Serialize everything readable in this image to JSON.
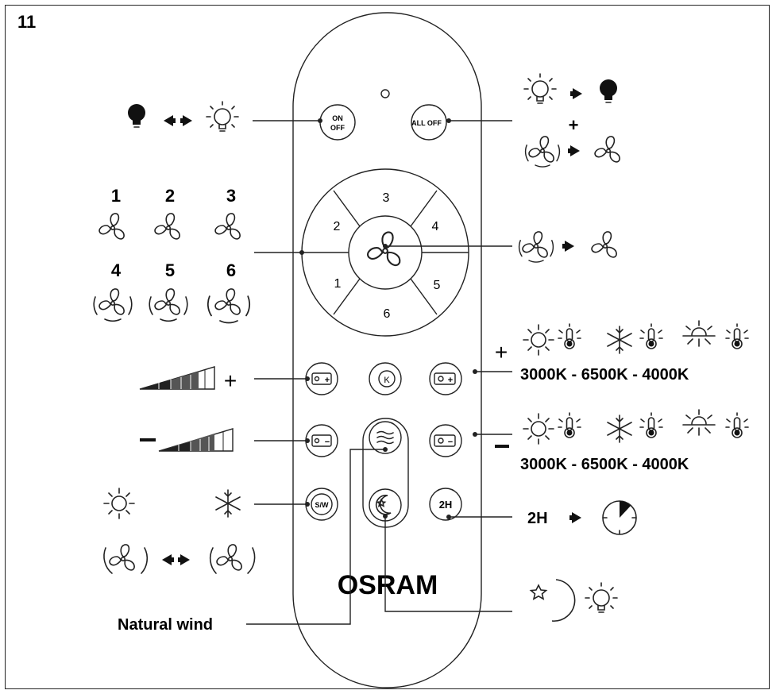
{
  "figure": {
    "number": "11"
  },
  "remote": {
    "brand": "OSRAM",
    "buttons": {
      "power": "ON OFF",
      "all_off": "ALL OFF",
      "speed_sectors": [
        "3",
        "4",
        "5",
        "6",
        "1",
        "2"
      ],
      "brightness_up": "+",
      "brightness_down": "−",
      "colortemp_mode": "K",
      "colortemp_up": "+",
      "colortemp_down": "−",
      "summer_winter": "S/W",
      "timer": "2H"
    }
  },
  "annotations": {
    "fan_speeds": [
      "1",
      "2",
      "3",
      "4",
      "5",
      "6"
    ],
    "all_off_plus": "+",
    "brightness_plus": "+",
    "color_temp_plus_sign": "+",
    "color_temp_minus_sign": "−",
    "color_temp_sequence": "3000K - 6500K - 4000K",
    "timer_label": "2H",
    "natural_wind": "Natural wind"
  },
  "colors": {
    "ink": "#222222",
    "background": "#ffffff"
  },
  "icons": [
    "bulb-off-icon",
    "bulb-on-icon",
    "arrow-left-icon",
    "arrow-right-icon",
    "fan-icon",
    "fan-spinning-icon",
    "sun-icon",
    "snowflake-icon",
    "sunset-icon",
    "thermometer-icon",
    "brightness-ramp-icon",
    "clock-icon",
    "star-moon-icon"
  ]
}
